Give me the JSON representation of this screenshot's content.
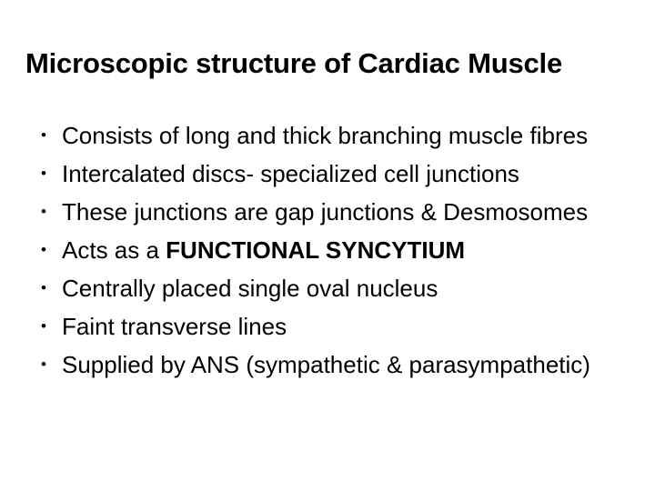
{
  "slide": {
    "title": "Microscopic structure of Cardiac Muscle",
    "background_color": "#ffffff",
    "text_color": "#000000",
    "bullet_glyph": "•",
    "bullets": [
      {
        "text": "Consists of long and thick branching muscle fibres",
        "bold_suffix": ""
      },
      {
        "text": "Intercalated discs- specialized cell junctions",
        "bold_suffix": ""
      },
      {
        "text": "These junctions are gap junctions & Desmosomes",
        "bold_suffix": ""
      },
      {
        "text": "Acts as a ",
        "bold_suffix": "FUNCTIONAL SYNCYTIUM"
      },
      {
        "text": "Centrally placed single oval nucleus",
        "bold_suffix": ""
      },
      {
        "text": "Faint transverse lines",
        "bold_suffix": ""
      },
      {
        "text": "Supplied by ANS (sympathetic & parasympathetic)",
        "bold_suffix": ""
      }
    ]
  }
}
